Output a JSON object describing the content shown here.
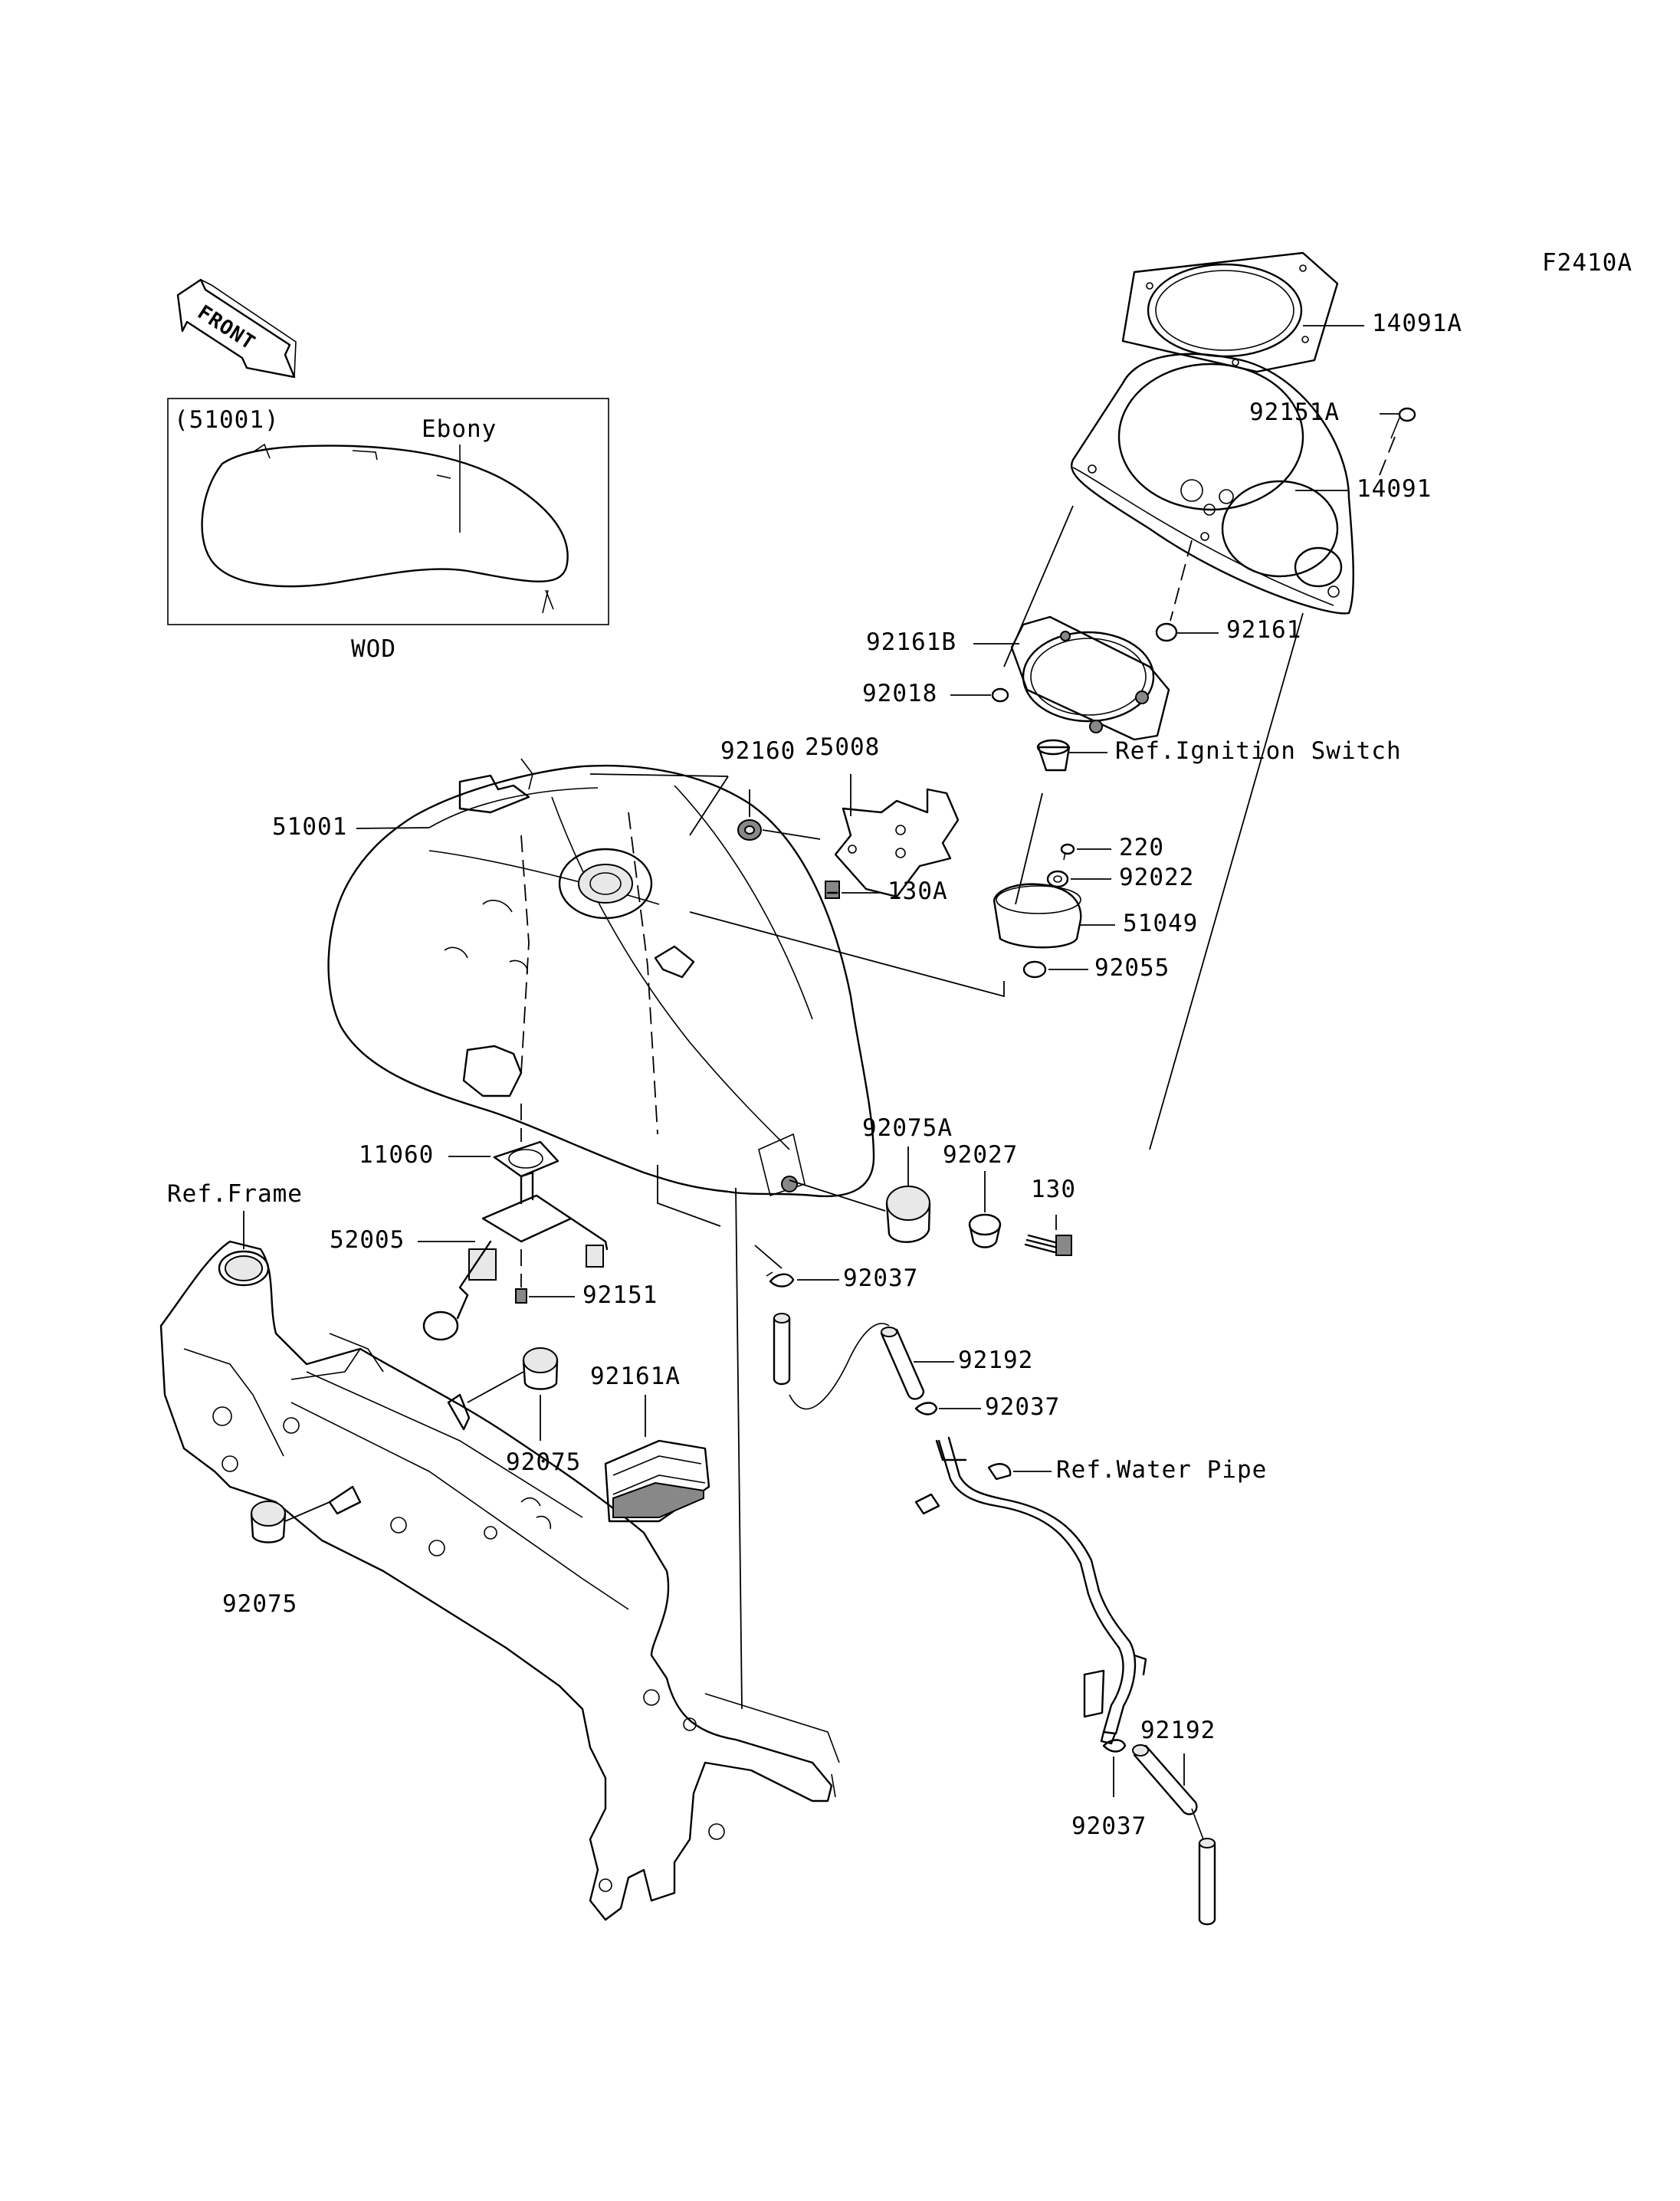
{
  "figure_code": "F2410A",
  "direction_arrow": {
    "text": "FRONT",
    "icon": "front-direction-arrow-icon"
  },
  "inset": {
    "part_ref": "(51001)",
    "color_note": "Ebony",
    "caption": "WOD"
  },
  "labels": {
    "p14091A": "14091A",
    "p92151A": "92151A",
    "p14091": "14091",
    "p92161": "92161",
    "p92161B": "92161B",
    "p92018": "92018",
    "ref_ignition": "Ref.Ignition Switch",
    "p92160": "92160",
    "p25008": "25008",
    "p51001": "51001",
    "p130A": "130A",
    "p220": "220",
    "p92022": "92022",
    "p51049": "51049",
    "p92055": "92055",
    "p92075A": "92075A",
    "p92027": "92027",
    "p130": "130",
    "p11060": "11060",
    "ref_frame": "Ref.Frame",
    "p52005": "52005",
    "p92037a": "92037",
    "p92151": "92151",
    "p92192a": "92192",
    "p92161A": "92161A",
    "p92037b": "92037",
    "ref_water_pipe": "Ref.Water Pipe",
    "p92075a": "92075",
    "p92075b": "92075",
    "p92192b": "92192",
    "p92037c": "92037"
  }
}
